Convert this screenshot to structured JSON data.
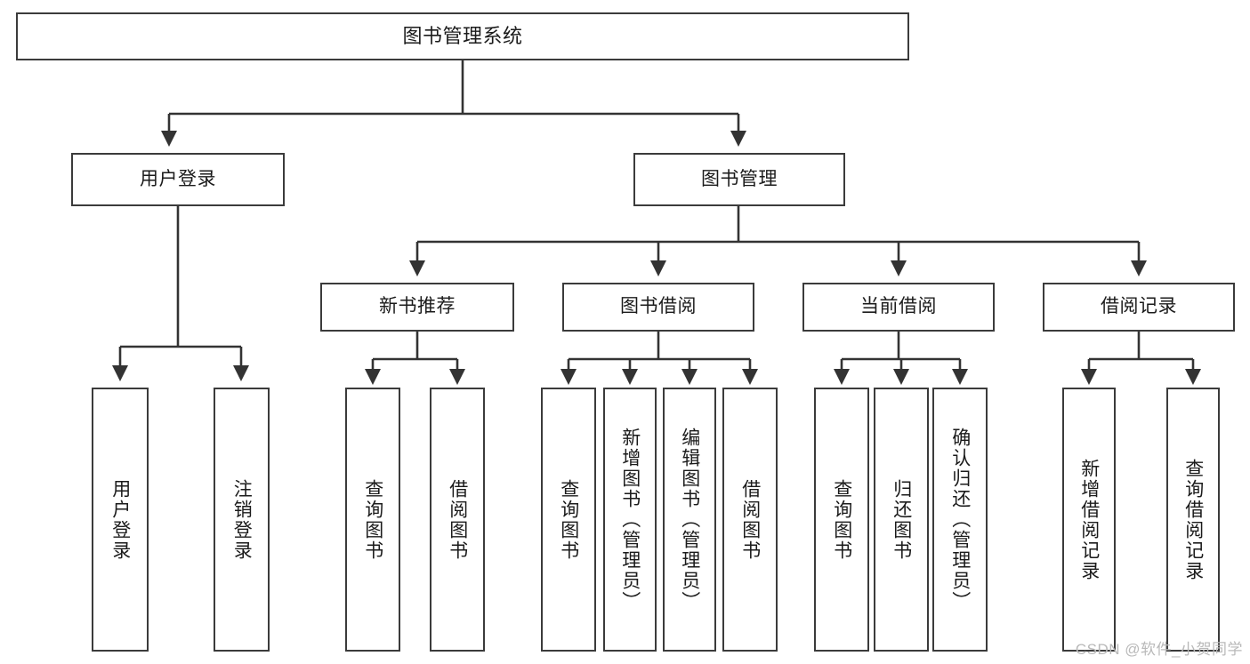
{
  "diagram": {
    "title": "图书管理系统",
    "type": "hierarchy-tree",
    "colors": {
      "border": "#3b3b3b",
      "fill": "#ffffff",
      "text": "#1b1b1b",
      "connector": "#333333",
      "watermark": "#b9b9b9"
    }
  },
  "root": {
    "label": "图书管理系统"
  },
  "level1": [
    {
      "label": "用户登录"
    },
    {
      "label": "图书管理"
    }
  ],
  "level2": [
    {
      "label": "新书推荐"
    },
    {
      "label": "图书借阅"
    },
    {
      "label": "当前借阅"
    },
    {
      "label": "借阅记录"
    }
  ],
  "leaves": {
    "user_login": [
      {
        "label": "用户登录"
      },
      {
        "label": "注销登录"
      }
    ],
    "new_book_recommend": [
      {
        "label": "查询图书"
      },
      {
        "label": "借阅图书"
      }
    ],
    "book_borrow": [
      {
        "label": "查询图书"
      },
      {
        "label": "新增图书（管理员）"
      },
      {
        "label": "编辑图书（管理员）"
      },
      {
        "label": "借阅图书"
      }
    ],
    "current_borrow": [
      {
        "label": "查询图书"
      },
      {
        "label": "归还图书"
      },
      {
        "label": "确认归还（管理员）"
      }
    ],
    "borrow_records": [
      {
        "label": "新增借阅记录"
      },
      {
        "label": "查询借阅记录"
      }
    ]
  },
  "watermark": {
    "text": "CSDN @软件_小贺同学"
  }
}
